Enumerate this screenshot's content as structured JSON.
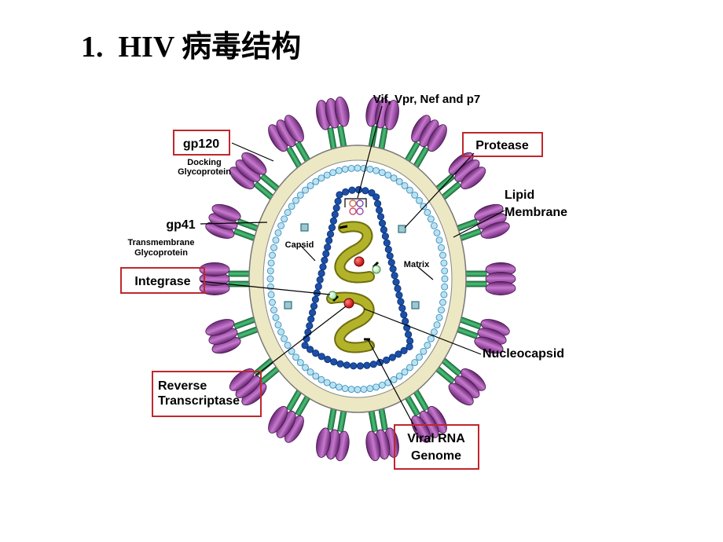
{
  "title": {
    "number": "1.",
    "text": "HIV 病毒结构"
  },
  "colors": {
    "boxed_label_border": "#c0272d",
    "glycoprotein": "#9a3d9a",
    "stalk": "#2e9c5a",
    "membrane": "#ece8c4",
    "matrix": "#a9d8ef",
    "capsid": "#1b4fa8",
    "rna": "#a0a020",
    "enzyme": "#e02020"
  },
  "labels": {
    "vif": "Vif, Vpr, Nef and p7",
    "gp120": "gp120",
    "docking_1": "Docking",
    "docking_2": "Glycoprotein",
    "protease": "Protease",
    "lipid_1": "Lipid",
    "lipid_2": "Membrane",
    "gp41": "gp41",
    "tm_1": "Transmembrane",
    "tm_2": "Glycoprotein",
    "capsid": "Capsid",
    "matrix": "Matrix",
    "integrase": "Integrase",
    "nucleocapsid": "Nucleocapsid",
    "rt_1": "Reverse",
    "rt_2": "Transcriptase",
    "rna_1": "Viral RNA",
    "rna_2": "Genome"
  },
  "icons": {
    "glycoprotein": "knob-spike-icon",
    "accessory_proteins": "circle-cluster-icon",
    "protease": "square-icon",
    "integrase": "green-circle-icon",
    "reverse_transcriptase": "red-circle-icon"
  }
}
